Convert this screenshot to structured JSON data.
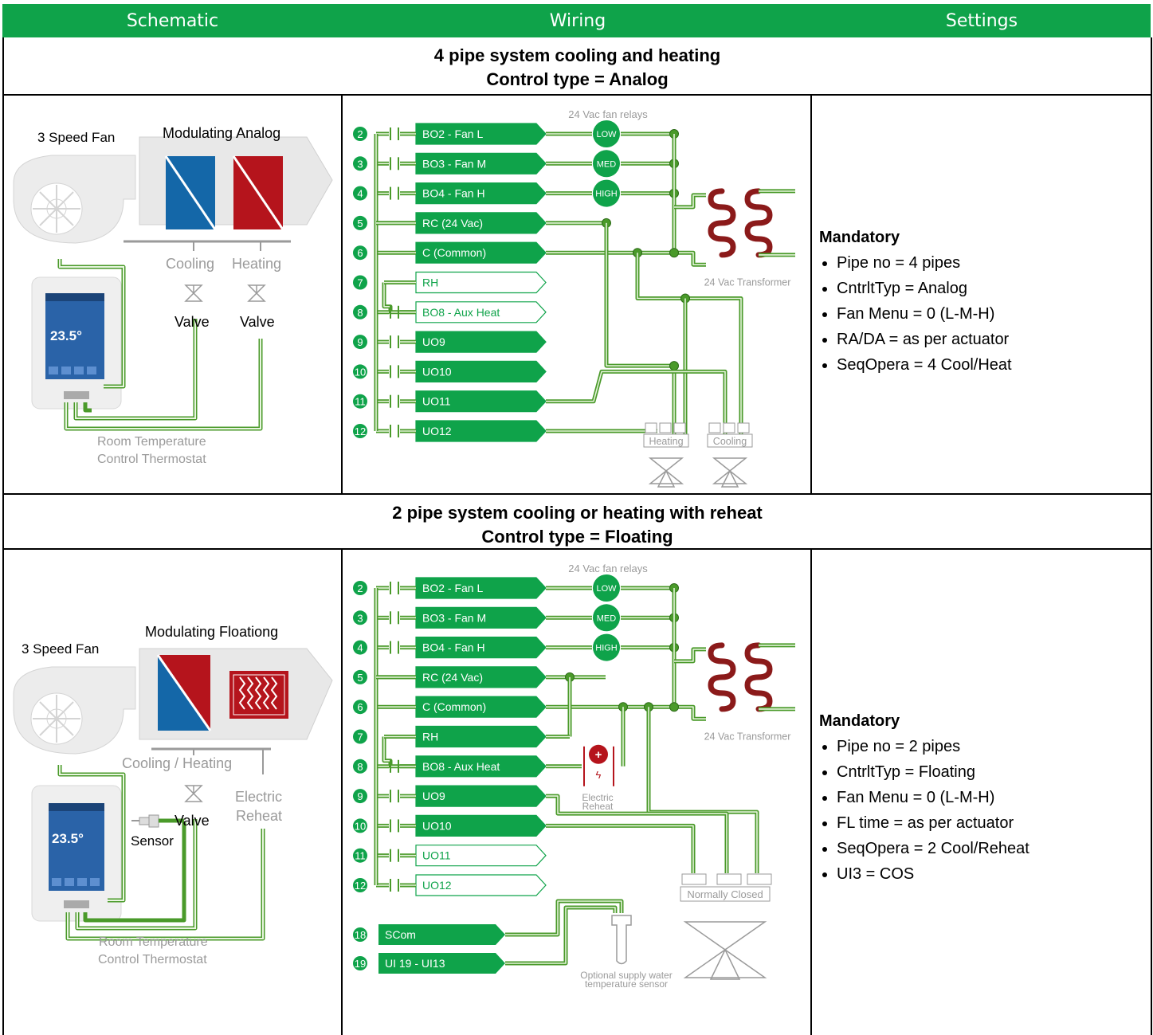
{
  "header": {
    "col1": "Schematic",
    "col2": "Wiring",
    "col3": "Settings"
  },
  "section1": {
    "title": "4 pipe system cooling and heating",
    "subtitle": "Control type = Analog",
    "schematic": {
      "fan_label": "3 Speed Fan",
      "coil_label": "Modulating Analog",
      "cooling": "Cooling",
      "heating": "Heating",
      "valve1": "Valve",
      "valve2": "Valve",
      "display_temp": "23.5°",
      "thermostat_line1": "Room Temperature",
      "thermostat_line2": "Control Thermostat"
    },
    "wiring": {
      "relays_title": "24 Vac fan relays",
      "terminals": [
        "2",
        "3",
        "4",
        "5",
        "6",
        "7",
        "8",
        "9",
        "10",
        "11",
        "12"
      ],
      "labels": [
        "BO2 - Fan L",
        "BO3 - Fan M",
        "BO4 - Fan H",
        "RC (24 Vac)",
        "C (Common)",
        "RH",
        "BO8 - Aux Heat",
        "UO9",
        "UO10",
        "UO11",
        "UO12"
      ],
      "relays": [
        "LOW",
        "MED",
        "HIGH"
      ],
      "transformer": "24 Vac Transformer",
      "actuator1": "Heating",
      "actuator2": "Cooling"
    },
    "settings": {
      "heading": "Mandatory",
      "items": [
        "Pipe no = 4 pipes",
        "CntrltTyp = Analog",
        "Fan Menu = 0 (L-M-H)",
        "RA/DA = as per actuator",
        "SeqOpera = 4 Cool/Heat"
      ]
    }
  },
  "section2": {
    "title": "2 pipe system cooling or heating with reheat",
    "subtitle": "Control type = Floating",
    "schematic": {
      "fan_label": "3 Speed Fan",
      "coil_label": "Modulating Floationg",
      "cooling_heating": "Cooling / Heating",
      "valve": "Valve",
      "electric": "Electric",
      "reheat": "Reheat",
      "sensor": "Sensor",
      "display_temp": "23.5°",
      "thermostat_line1": "Room Temperature",
      "thermostat_line2": "Control Thermostat"
    },
    "wiring": {
      "relays_title": "24 Vac fan relays",
      "terminals": [
        "2",
        "3",
        "4",
        "5",
        "6",
        "7",
        "8",
        "9",
        "10",
        "11",
        "12"
      ],
      "labels": [
        "BO2 - Fan L",
        "BO3 - Fan M",
        "BO4 - Fan H",
        "RC (24 Vac)",
        "C (Common)",
        "RH",
        "BO8 - Aux Heat",
        "UO9",
        "UO10",
        "UO11",
        "UO12"
      ],
      "relays": [
        "LOW",
        "MED",
        "HIGH"
      ],
      "transformer": "24 Vac Transformer",
      "electric_reheat_1": "Electric",
      "electric_reheat_2": "Reheat",
      "normally_closed": "Normally Closed",
      "sensor_terminals": [
        "18",
        "19"
      ],
      "sensor_labels": [
        "SCom",
        "UI 19 - UI13"
      ],
      "optional_1": "Optional supply water",
      "optional_2": "temperature sensor"
    },
    "settings": {
      "heading": "Mandatory",
      "items": [
        "Pipe no = 2 pipes",
        "CntrltTyp = Floating",
        "Fan Menu = 0 (L-M-H)",
        "FL time = as per actuator",
        "SeqOpera = 2 Cool/Reheat",
        "UI3 = COS"
      ]
    }
  },
  "colors": {
    "green": "#0fa34a",
    "wire": "#4a9a2a",
    "blue": "#1467a8",
    "red": "#b5141c",
    "coil": "#8b1a1a",
    "grey": "#9a9a9a"
  }
}
